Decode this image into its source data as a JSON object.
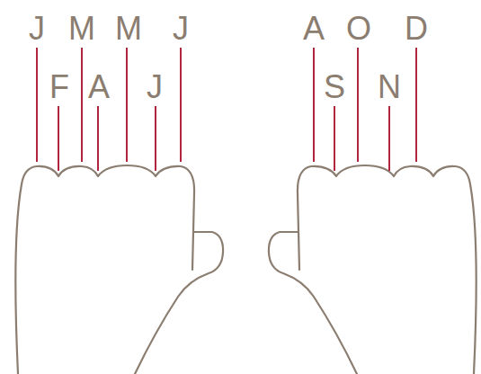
{
  "diagram": {
    "labels": [
      "J",
      "M",
      "M",
      "J",
      "A",
      "O",
      "D",
      "F",
      "A",
      "J",
      "S",
      "N"
    ]
  }
}
